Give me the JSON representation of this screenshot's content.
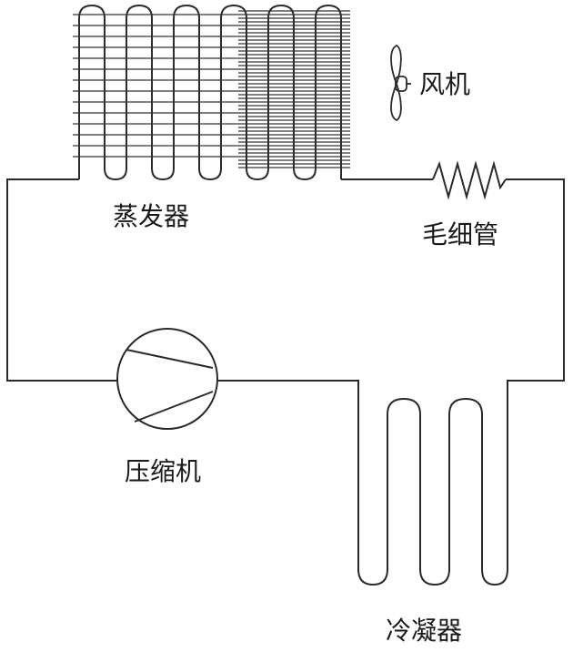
{
  "labels": {
    "fan": "风机",
    "evaporator": "蒸发器",
    "capillary": "毛细管",
    "compressor": "压缩机",
    "condenser": "冷凝器"
  },
  "colors": {
    "line": "#2a2a2a",
    "text": "#1a1a1a",
    "background": "#ffffff"
  },
  "icons": {
    "fan": "fan-icon",
    "compressor": "compressor-symbol",
    "capillary": "zigzag-resistor-symbol"
  }
}
